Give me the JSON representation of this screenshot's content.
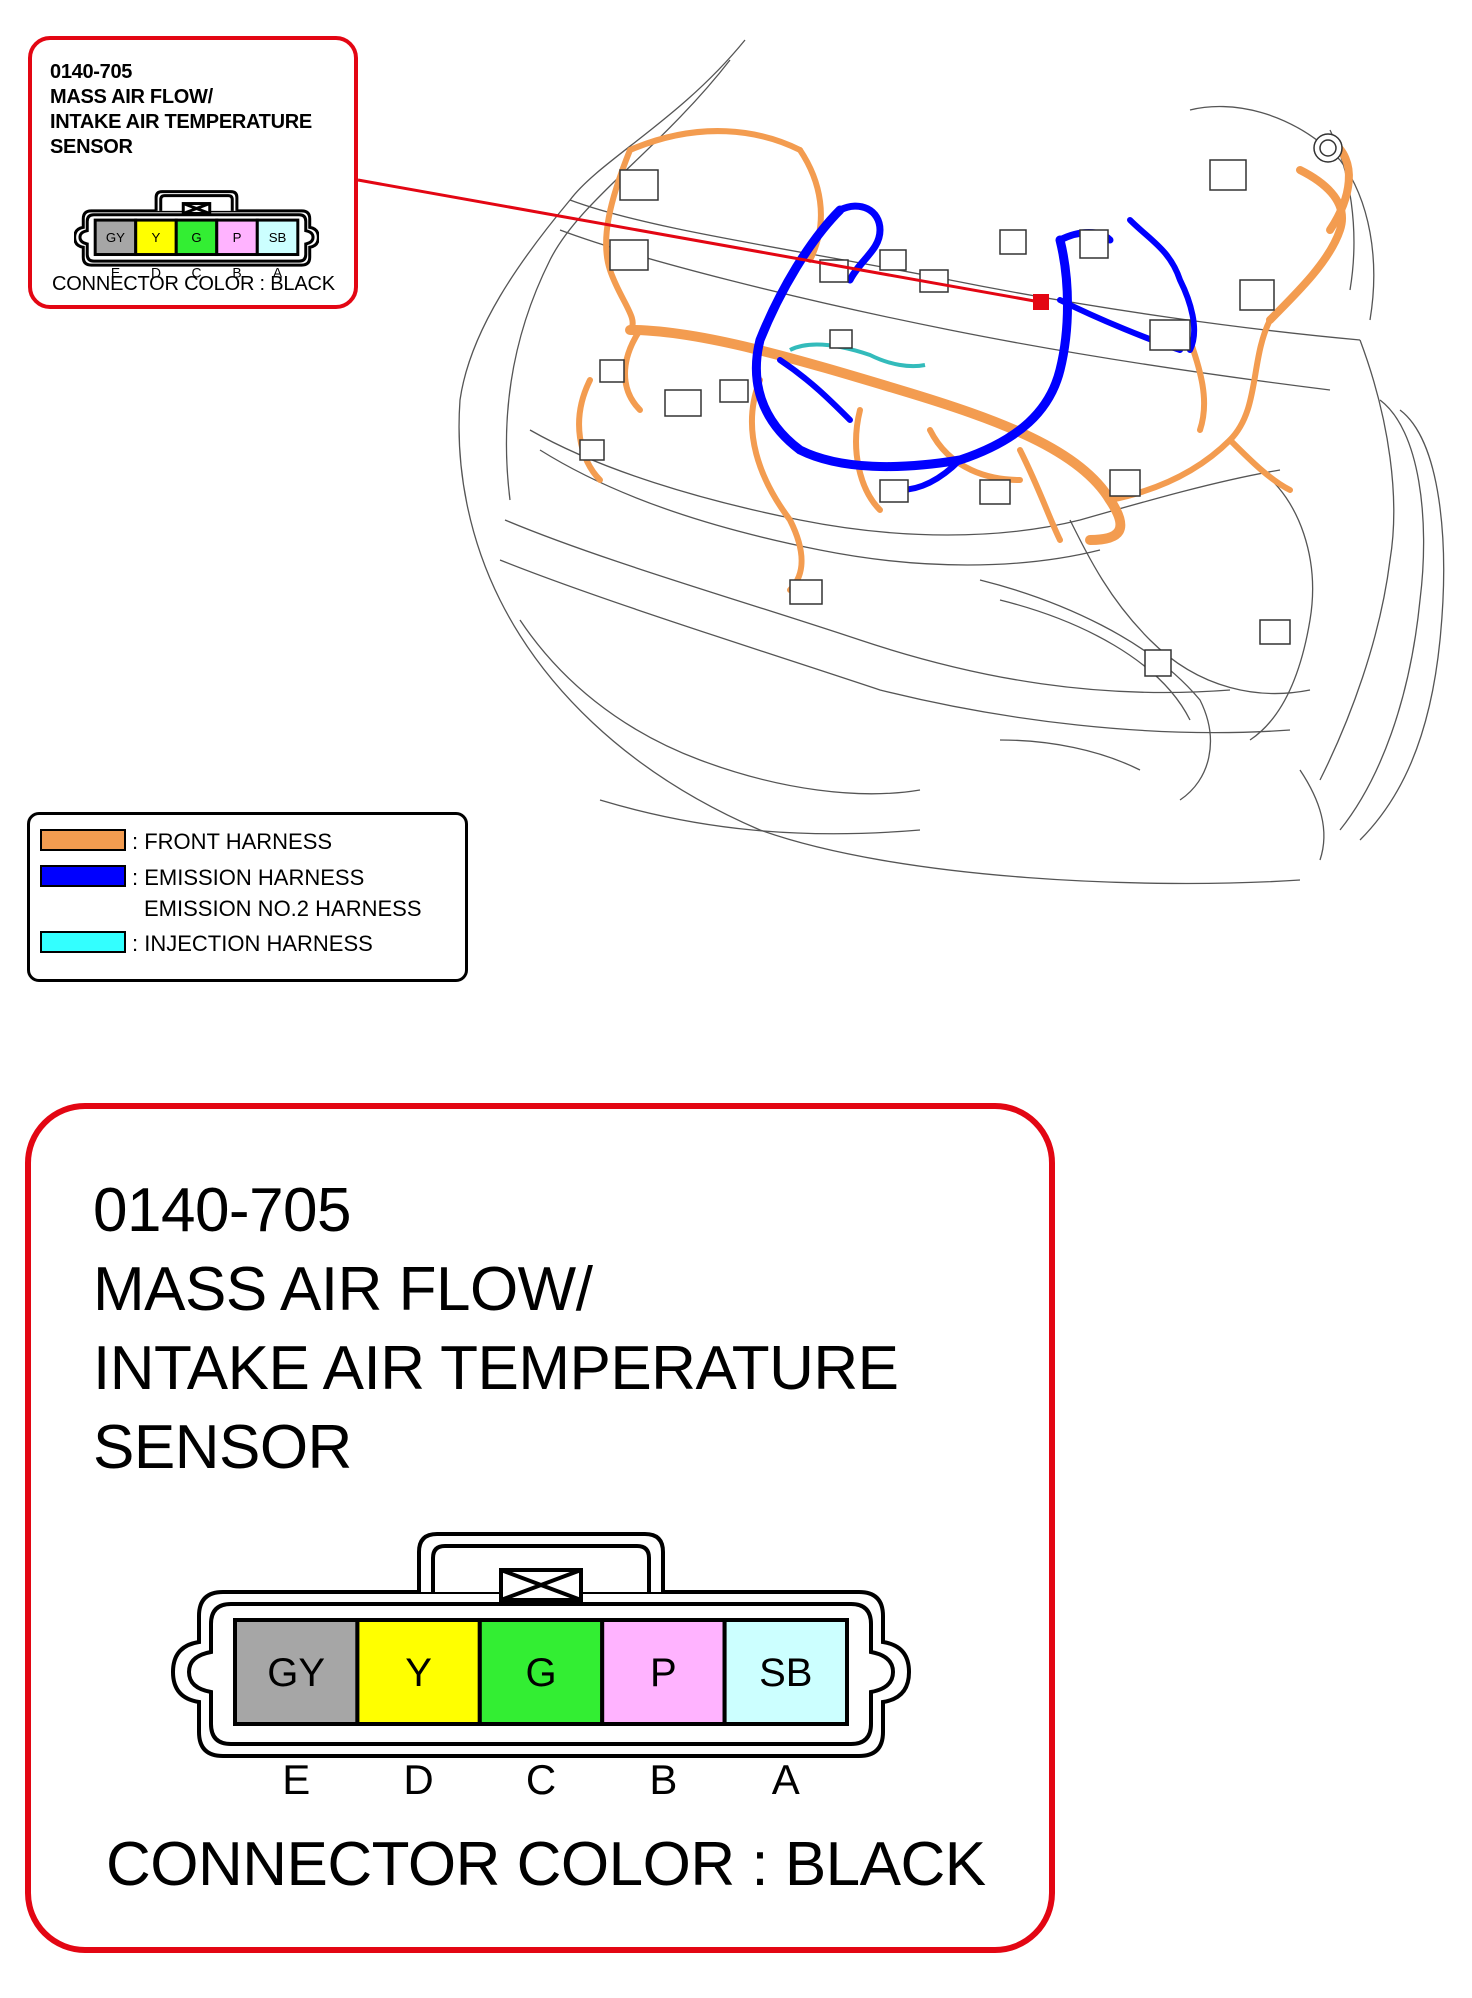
{
  "sensor": {
    "code": "0140-705",
    "name_line1": "MASS AIR FLOW/",
    "name_line2": "INTAKE AIR TEMPERATURE",
    "name_line3": "SENSOR",
    "connector_color": "CONNECTOR COLOR : BLACK"
  },
  "pins": [
    {
      "color_code": "GY",
      "terminal": "E",
      "fill": "#a6a6a6"
    },
    {
      "color_code": "Y",
      "terminal": "D",
      "fill": "#ffff00"
    },
    {
      "color_code": "G",
      "terminal": "C",
      "fill": "#33ee33"
    },
    {
      "color_code": "P",
      "terminal": "B",
      "fill": "#ffb3ff"
    },
    {
      "color_code": "SB",
      "terminal": "A",
      "fill": "#ccffff"
    }
  ],
  "legend": {
    "front": {
      "label": ": FRONT HARNESS",
      "color": "#f39c50"
    },
    "emission": {
      "label": ": EMISSION HARNESS",
      "label2": "EMISSION NO.2 HARNESS",
      "color": "#0000ff"
    },
    "injection": {
      "label": ": INJECTION HARNESS",
      "color": "#33ffff"
    }
  },
  "colors": {
    "callout_border": "#e30613",
    "locator_marker": "#e30613"
  }
}
